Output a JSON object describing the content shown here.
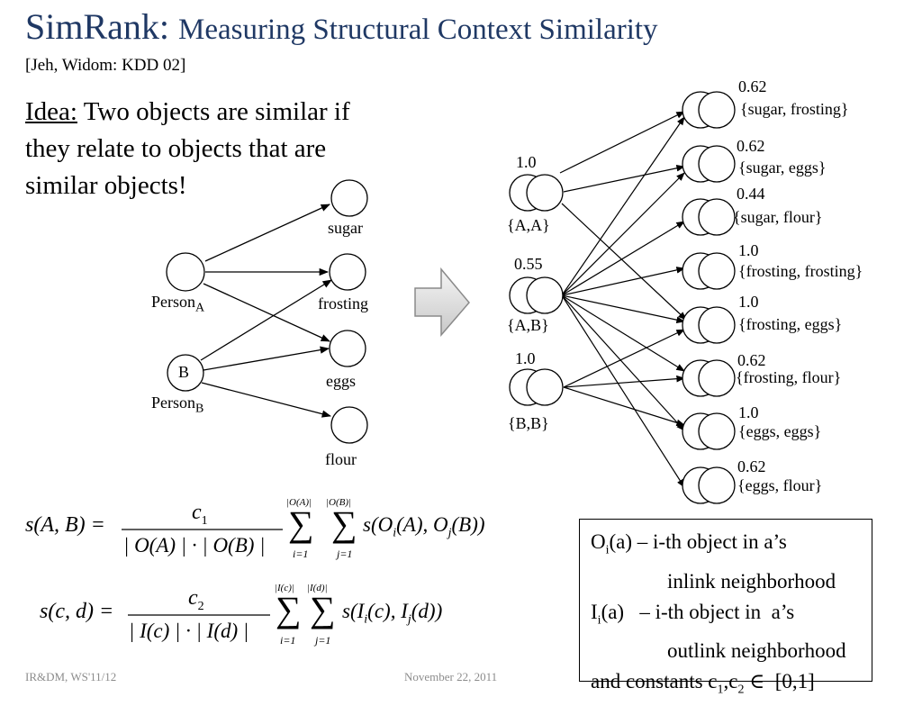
{
  "header": {
    "title_main": "SimRank:",
    "title_sub": "Measuring Structural Context Similarity",
    "reference": "[Jeh, Widom: KDD 02]"
  },
  "idea": {
    "label": "Idea:",
    "text": "Two objects are similar if they relate to objects that are similar objects!"
  },
  "bipartite": {
    "person_a": "Person",
    "person_a_sub": "A",
    "person_b": "Person",
    "person_b_sub": "B",
    "person_b_node": "B",
    "items": [
      "sugar",
      "frosting",
      "eggs",
      "flour"
    ]
  },
  "pair_graph": {
    "left_pairs": [
      {
        "label": "{A,A}",
        "score": "1.0"
      },
      {
        "label": "{A,B}",
        "score": "0.55"
      },
      {
        "label": "{B,B}",
        "score": "1.0"
      }
    ],
    "right_pairs": [
      {
        "label": "{sugar, frosting}",
        "score": "0.62"
      },
      {
        "label": "{sugar, eggs}",
        "score": "0.62"
      },
      {
        "label": "{sugar, flour}",
        "score": "0.44"
      },
      {
        "label": "{frosting, frosting}",
        "score": "1.0"
      },
      {
        "label": "{frosting, eggs}",
        "score": "1.0"
      },
      {
        "label": "{frosting, flour}",
        "score": "0.62"
      },
      {
        "label": "{eggs, eggs}",
        "score": "1.0"
      },
      {
        "label": "{eggs, flour}",
        "score": "0.62"
      }
    ]
  },
  "formulas": {
    "f1_lhs": "s(A, B) =",
    "f1_num": "c",
    "f1_num_sub": "1",
    "f1_den": "| O(A) | · | O(B) |",
    "f1_sum1_top": "|O(A)|",
    "f1_sum2_top": "|O(B)|",
    "f1_sum1_bot": "i=1",
    "f1_sum2_bot": "j=1",
    "f1_rhs": "s(O",
    "f1_rhs_i": "i",
    "f1_rhs_mid": "(A), O",
    "f1_rhs_j": "j",
    "f1_rhs_end": "(B))",
    "f2_lhs": "s(c, d) =",
    "f2_num": "c",
    "f2_num_sub": "2",
    "f2_den": "| I(c) | · | I(d) |",
    "f2_sum1_top": "|I(c)|",
    "f2_sum2_top": "|I(d)|",
    "f2_sum1_bot": "i=1",
    "f2_sum2_bot": "j=1",
    "f2_rhs": "s(I",
    "f2_rhs_i": "i",
    "f2_rhs_mid": "(c), I",
    "f2_rhs_j": "j",
    "f2_rhs_end": "(d))",
    "sigma": "∑"
  },
  "legend": {
    "line1_a": "O",
    "line1_sub": "i",
    "line1_b": "(a) – i-th object in a’s",
    "line2": "inlink neighborhood",
    "line3_a": "I",
    "line3_sub": "i",
    "line3_b": "(a)   – i-th object in  a’s",
    "line4": "outlink neighborhood",
    "line5_a": "and constants c",
    "line5_sub1": "1",
    "line5_b": ",c",
    "line5_sub2": "2",
    "line5_c": " ∈  [0,1]"
  },
  "footer": {
    "course": "IR&DM, WS'11/12",
    "date": "November 22, 2011"
  }
}
